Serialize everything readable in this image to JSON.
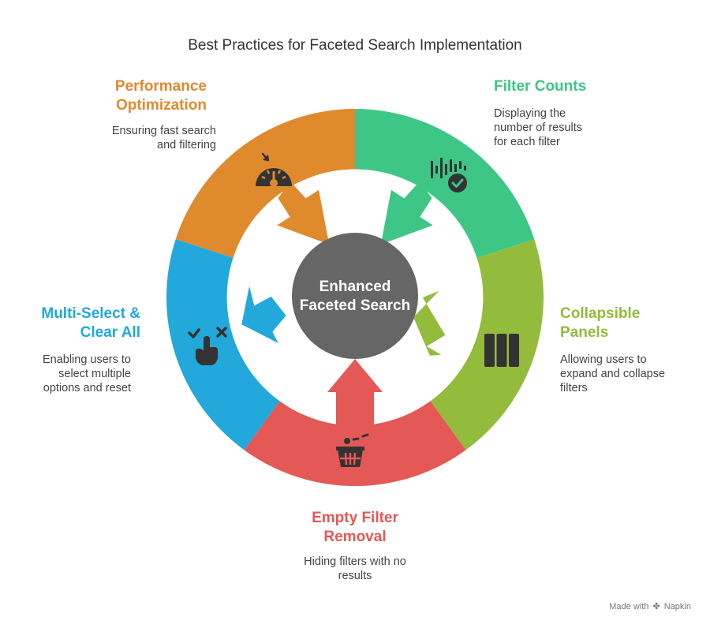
{
  "title": "Best Practices for Faceted Search Implementation",
  "center": {
    "line1": "Enhanced",
    "line2": "Faceted Search",
    "color": "#666666"
  },
  "segments": [
    {
      "id": "performance",
      "title_lines": [
        "Performance",
        "Optimization"
      ],
      "desc_lines": [
        "Ensuring fast search",
        "and filtering"
      ],
      "color": "#E08A2E",
      "icon": "speedometer-icon"
    },
    {
      "id": "filter-counts",
      "title_lines": [
        "Filter Counts"
      ],
      "desc_lines": [
        "Displaying the",
        "number of results",
        "for each filter"
      ],
      "color": "#3EC686",
      "icon": "bar-check-icon"
    },
    {
      "id": "collapsible",
      "title_lines": [
        "Collapsible",
        "Panels"
      ],
      "desc_lines": [
        "Allowing users to",
        "expand and collapse",
        "filters"
      ],
      "color": "#93BC3D",
      "icon": "columns-icon"
    },
    {
      "id": "empty-filter",
      "title_lines": [
        "Empty Filter",
        "Removal"
      ],
      "desc_lines": [
        "Hiding filters with no",
        "results"
      ],
      "color": "#E45855",
      "icon": "basket-icon"
    },
    {
      "id": "multi-select",
      "title_lines": [
        "Multi-Select &",
        "Clear All"
      ],
      "desc_lines": [
        "Enabling users to",
        "select multiple",
        "options and reset"
      ],
      "color": "#22A8DA",
      "icon": "pointer-check-icon"
    }
  ],
  "watermark": {
    "prefix": "Made with",
    "brand": "Napkin"
  }
}
